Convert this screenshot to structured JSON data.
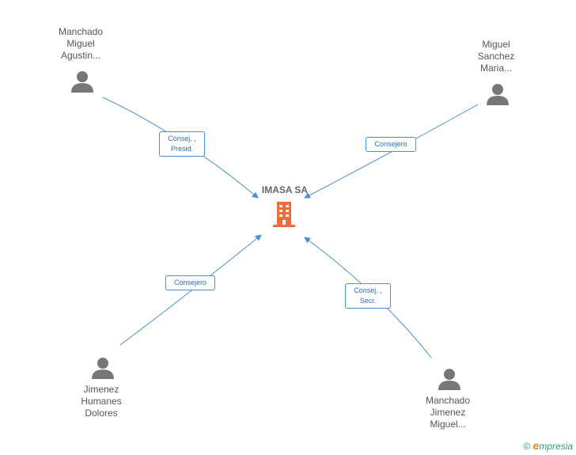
{
  "company": {
    "name": "IMASA SA",
    "icon": "building-icon",
    "color": "#f26b3a"
  },
  "people": [
    {
      "id": "p1",
      "lines": [
        "Manchado",
        "Miguel",
        "Agustin..."
      ],
      "icon": "person-icon"
    },
    {
      "id": "p2",
      "lines": [
        "Miguel",
        "Sanchez",
        "Maria..."
      ],
      "icon": "person-icon"
    },
    {
      "id": "p3",
      "lines": [
        "Jimenez",
        "Humanes",
        "Dolores"
      ],
      "icon": "person-icon"
    },
    {
      "id": "p4",
      "lines": [
        "Manchado",
        "Jimenez",
        "Miguel..."
      ],
      "icon": "person-icon"
    }
  ],
  "roles": [
    {
      "id": "r1",
      "lines": [
        "Consej. ,",
        "Presid."
      ]
    },
    {
      "id": "r2",
      "lines": [
        "Consejero"
      ]
    },
    {
      "id": "r3",
      "lines": [
        "Consejero"
      ]
    },
    {
      "id": "r4",
      "lines": [
        "Consej. ,",
        "Secr."
      ]
    }
  ],
  "colors": {
    "edge": "#4a8fd6",
    "person": "#777777",
    "label": "#2e6fb5"
  },
  "footer": {
    "copyright": "©",
    "brand_initial": "e",
    "brand_rest": "mpresia"
  }
}
